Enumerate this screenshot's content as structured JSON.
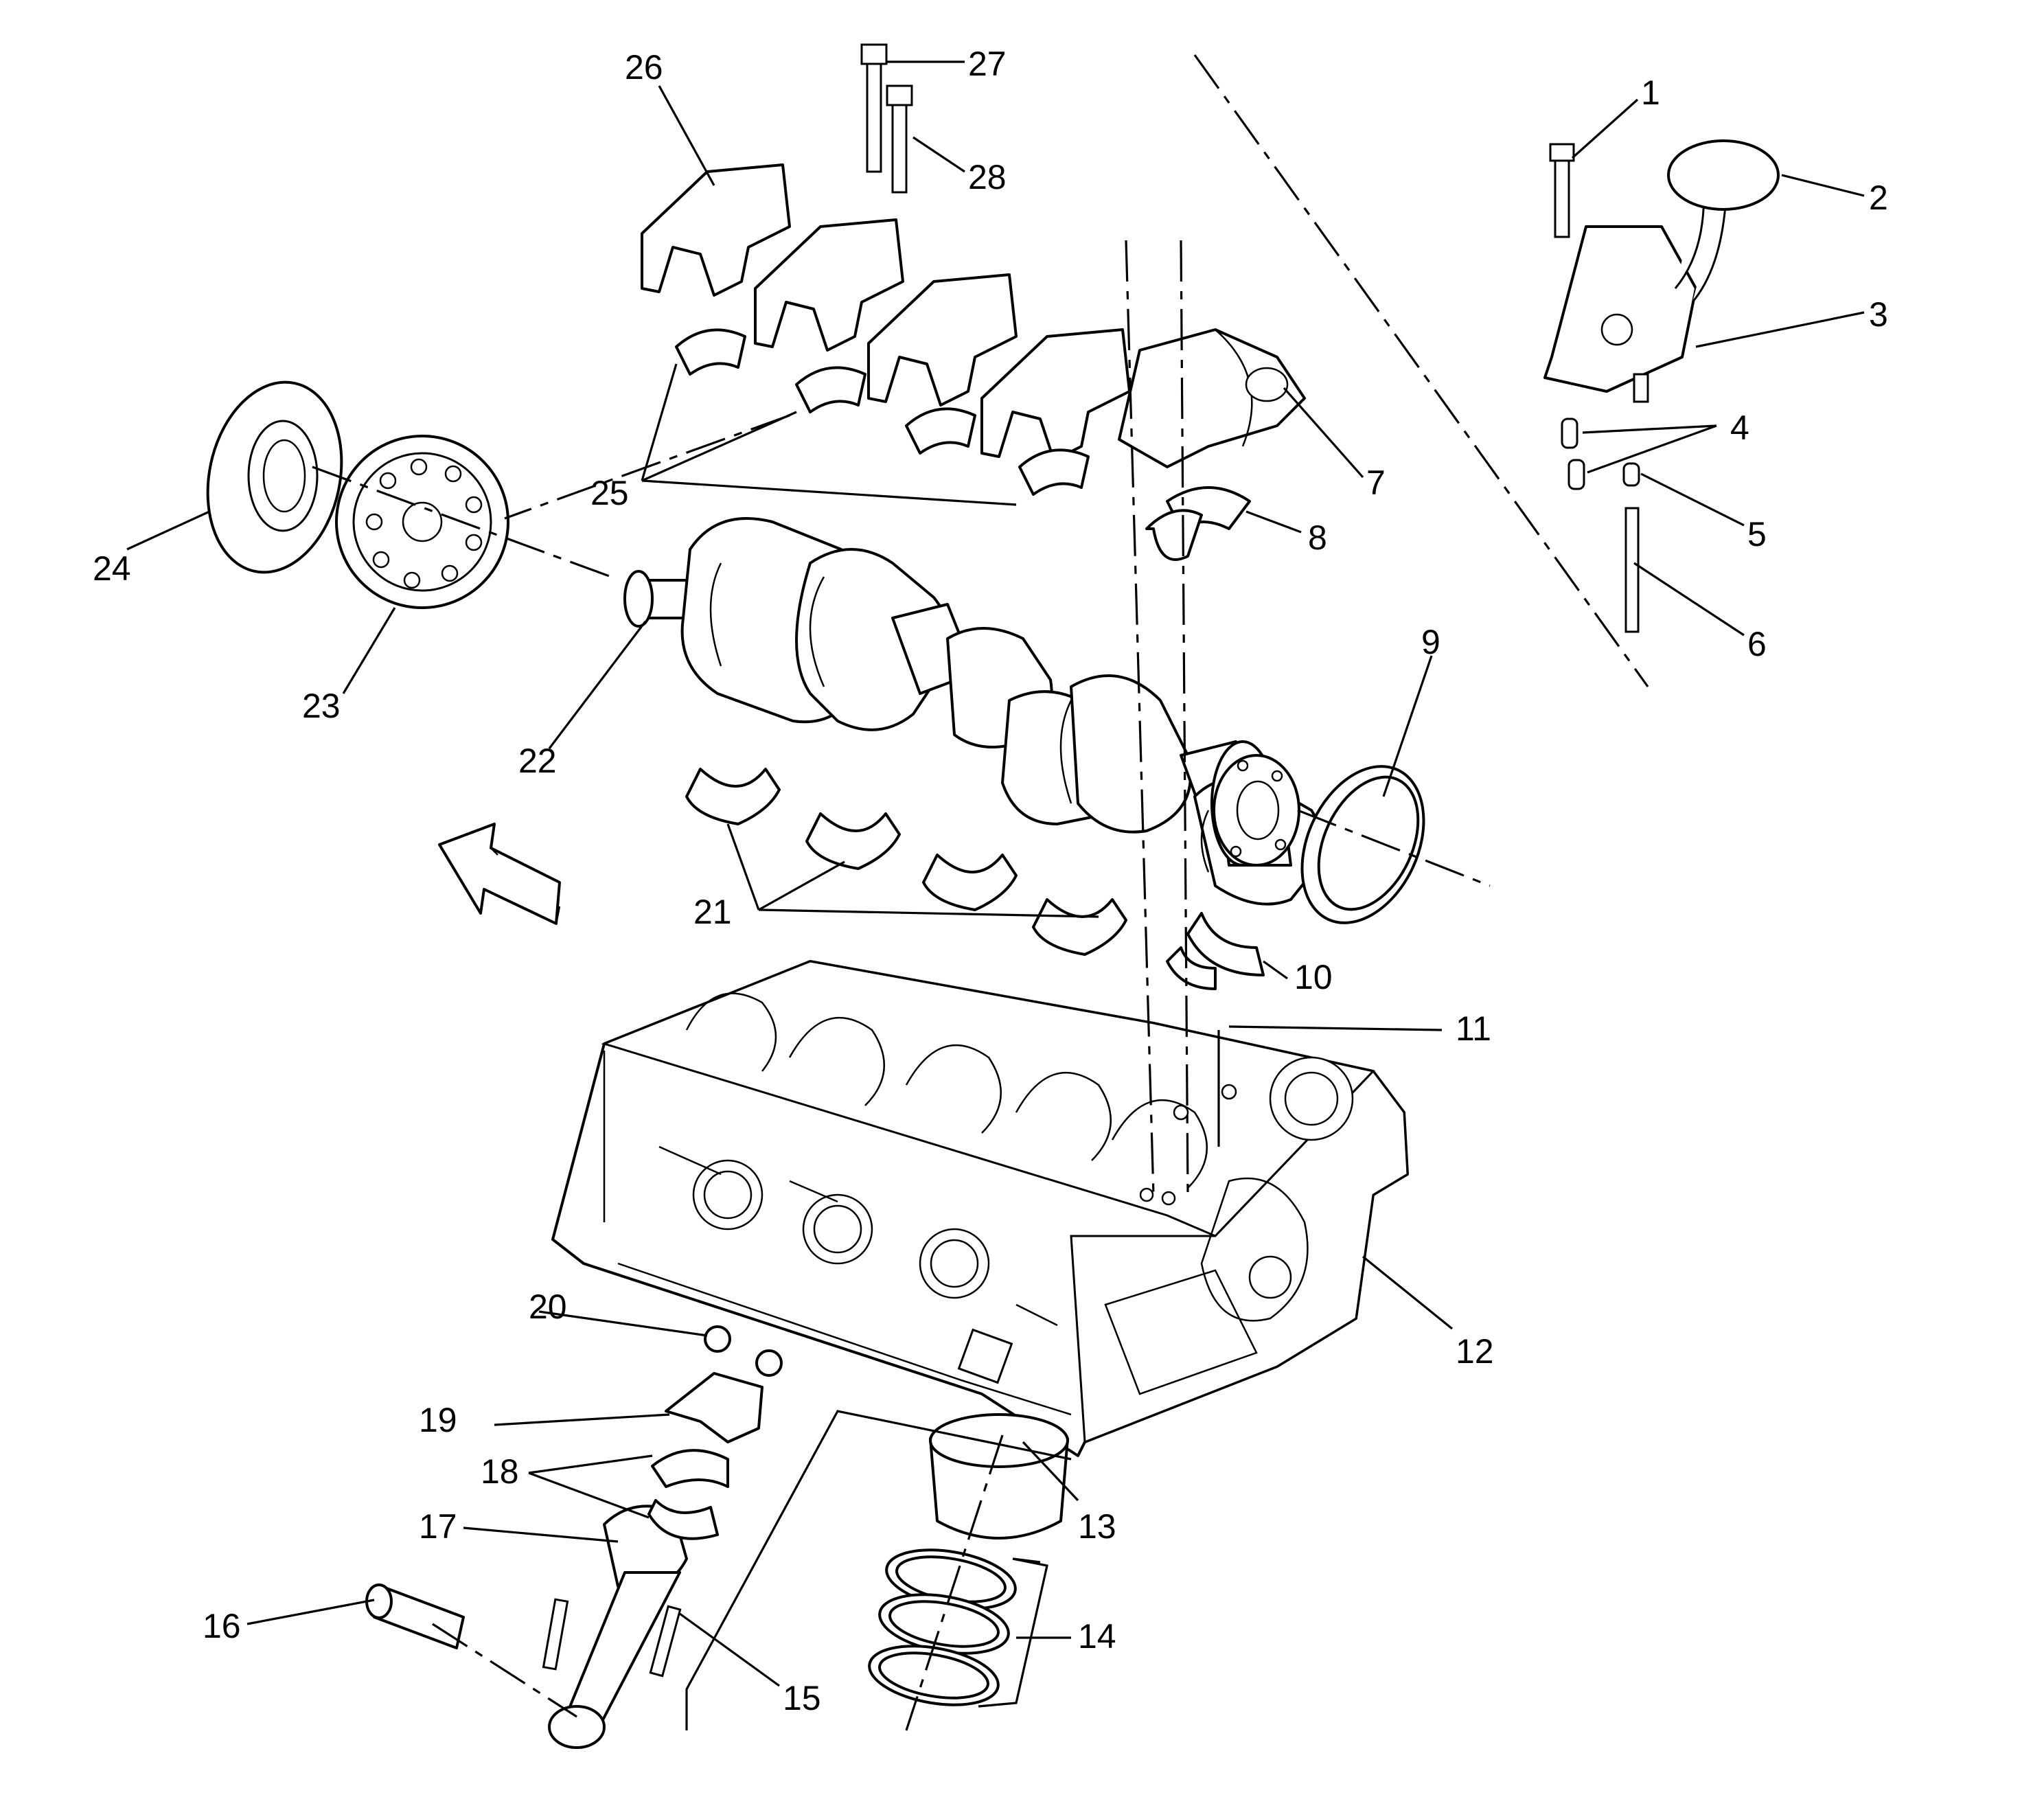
{
  "callouts": [
    {
      "number": "1"
    },
    {
      "number": "2"
    },
    {
      "number": "3"
    },
    {
      "number": "4"
    },
    {
      "number": "5"
    },
    {
      "number": "6"
    },
    {
      "number": "7"
    },
    {
      "number": "8"
    },
    {
      "number": "9"
    },
    {
      "number": "10"
    },
    {
      "number": "11"
    },
    {
      "number": "12"
    },
    {
      "number": "13"
    },
    {
      "number": "14"
    },
    {
      "number": "15"
    },
    {
      "number": "16"
    },
    {
      "number": "17"
    },
    {
      "number": "18"
    },
    {
      "number": "19"
    },
    {
      "number": "20"
    },
    {
      "number": "21"
    },
    {
      "number": "22"
    },
    {
      "number": "23"
    },
    {
      "number": "24"
    },
    {
      "number": "25"
    },
    {
      "number": "26"
    },
    {
      "number": "27"
    },
    {
      "number": "28"
    }
  ],
  "colors": {
    "ink": "#000000",
    "paper": "#ffffff"
  },
  "icons": {
    "front-direction": "front-direction-arrow-icon"
  }
}
